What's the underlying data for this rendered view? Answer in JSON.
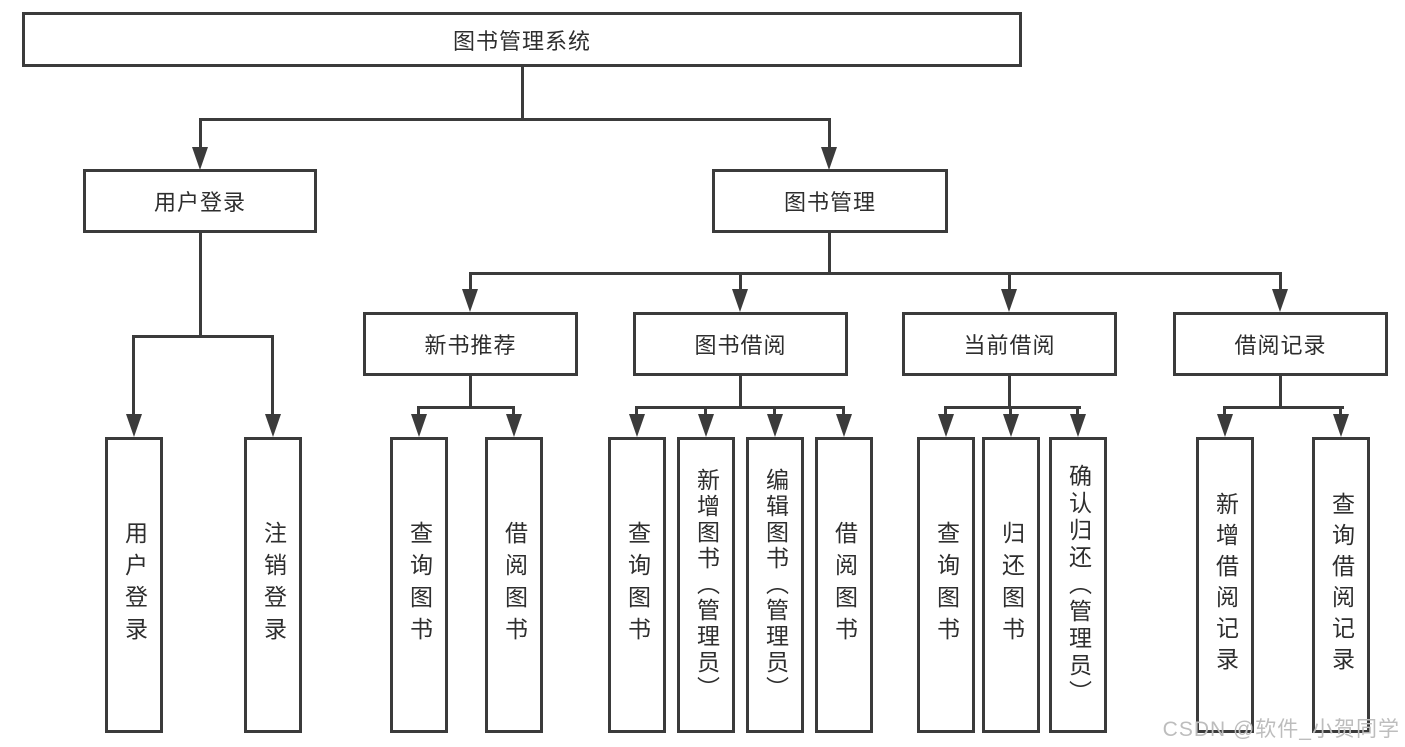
{
  "title": "图书管理系统",
  "colors": {
    "line": "#3b3b3b",
    "text": "#2e2e2e",
    "box_fill": "#ffffff",
    "background": "#ffffff",
    "watermark": "#bdbdbd"
  },
  "tree": {
    "root": "图书管理系统",
    "children": [
      {
        "label": "用户登录",
        "children": [
          "用户登录",
          "注销登录"
        ]
      },
      {
        "label": "图书管理",
        "children": [
          {
            "label": "新书推荐",
            "children": [
              "查询图书",
              "借阅图书"
            ]
          },
          {
            "label": "图书借阅",
            "children": [
              "查询图书",
              "新增图书（管理员）",
              "编辑图书（管理员）",
              "借阅图书"
            ]
          },
          {
            "label": "当前借阅",
            "children": [
              "查询图书",
              "归还图书",
              "确认归还（管理员）"
            ]
          },
          {
            "label": "借阅记录",
            "children": [
              "新增借阅记录",
              "查询借阅记录"
            ]
          }
        ]
      }
    ]
  },
  "watermark": "CSDN @软件_小贺同学"
}
